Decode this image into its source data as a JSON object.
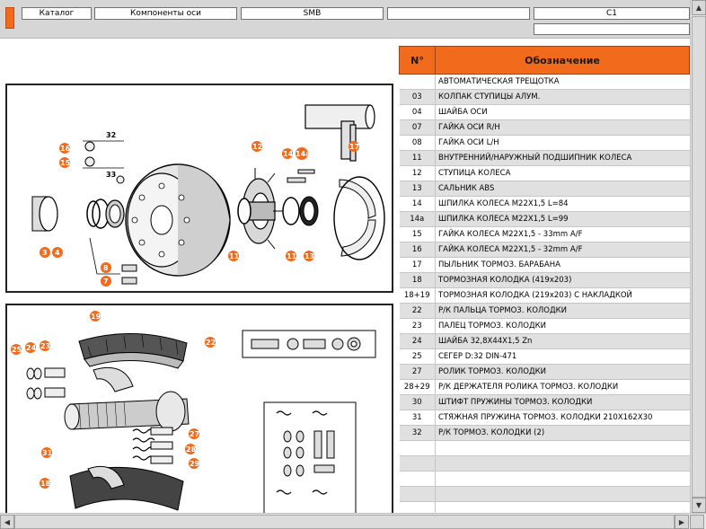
{
  "toolbar": {
    "crumbs": [
      "Каталог",
      "Компоненты оси",
      "SMB",
      "",
      "C1"
    ]
  },
  "table": {
    "col_num": "N°",
    "col_desc": "Обозначение",
    "rows": [
      {
        "num": "",
        "desc": "АВТОМАТИЧЕСКАЯ ТРЕЩОТКА"
      },
      {
        "num": "03",
        "desc": "КОЛПАК СТУПИЦЫ АЛУМ."
      },
      {
        "num": "04",
        "desc": "ШАЙБА ОСИ"
      },
      {
        "num": "07",
        "desc": "ГАЙКА ОСИ R/H"
      },
      {
        "num": "08",
        "desc": "ГАЙКА  ОСИ L/H"
      },
      {
        "num": "11",
        "desc": "ВНУТРЕННИЙ/НАРУЖНЫЙ ПОДШИПНИК КОЛЕСА"
      },
      {
        "num": "12",
        "desc": "СТУПИЦА КОЛЕСА"
      },
      {
        "num": "13",
        "desc": "САЛЬНИК ABS"
      },
      {
        "num": "14",
        "desc": "ШПИЛКА КОЛЕСА M22X1,5 L=84"
      },
      {
        "num": "14a",
        "desc": "ШПИЛКА КОЛЕСА M22X1,5 L=99"
      },
      {
        "num": "15",
        "desc": "ГАЙКА КОЛЕСА M22X1,5 - 33mm A/F"
      },
      {
        "num": "16",
        "desc": "ГАЙКА КОЛЕСА M22X1,5 - 32mm A/F"
      },
      {
        "num": "17",
        "desc": "ПЫЛЬНИК ТОРМОЗ. БАРАБАНА"
      },
      {
        "num": "18",
        "desc": "ТОРМОЗНАЯ КОЛОДКА (419x203)"
      },
      {
        "num": "18+19",
        "desc": "ТОРМОЗНАЯ КОЛОДКА (219x203) С НАКЛАДКОЙ"
      },
      {
        "num": "22",
        "desc": "Р/К ПАЛЬЦА ТОРМОЗ. КОЛОДКИ"
      },
      {
        "num": "23",
        "desc": "ПАЛЕЦ ТОРМОЗ. КОЛОДКИ"
      },
      {
        "num": "24",
        "desc": "ШАЙБА 32,8X44X1,5 Zn"
      },
      {
        "num": "25",
        "desc": "СЕГЕР D:32 DIN-471"
      },
      {
        "num": "27",
        "desc": "РОЛИК ТОРМОЗ. КОЛОДКИ"
      },
      {
        "num": "28+29",
        "desc": "Р/К ДЕРЖАТЕЛЯ РОЛИКА ТОРМОЗ. КОЛОДКИ"
      },
      {
        "num": "30",
        "desc": "ШТИФТ ПРУЖИНЫ ТОРМОЗ. КОЛОДКИ"
      },
      {
        "num": "31",
        "desc": "СТЯЖНАЯ ПРУЖИНА ТОРМОЗ. КОЛОДКИ 210X162X30"
      },
      {
        "num": "32",
        "desc": "Р/К ТОРМОЗ. КОЛОДКИ (2)"
      },
      {
        "num": "",
        "desc": ""
      },
      {
        "num": "",
        "desc": ""
      },
      {
        "num": "",
        "desc": ""
      },
      {
        "num": "",
        "desc": ""
      },
      {
        "num": "",
        "desc": ""
      }
    ]
  },
  "diagram1": {
    "callouts": [
      "16",
      "15",
      "12",
      "14",
      "14a",
      "17",
      "3",
      "4",
      "11",
      "11",
      "13",
      "8",
      "7"
    ],
    "dims": [
      "32",
      "33"
    ]
  },
  "diagram2": {
    "callouts": [
      "19",
      "22",
      "25",
      "24",
      "23",
      "27",
      "28",
      "29",
      "31",
      "18"
    ]
  },
  "colors": {
    "accent": "#f26a1b",
    "row_alt": "#e0e0e0"
  }
}
